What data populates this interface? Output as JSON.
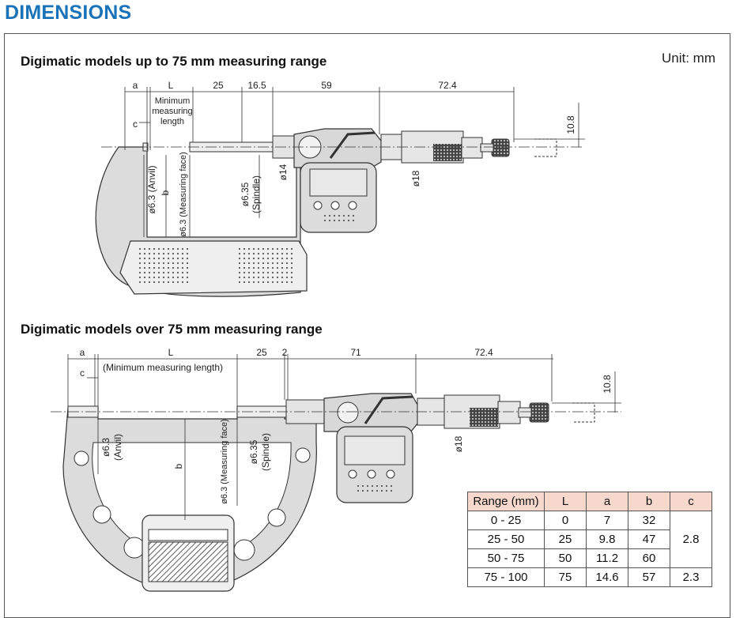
{
  "title": "DIMENSIONS",
  "unit": "Unit: mm",
  "top": {
    "heading": "Digimatic models up to 75 mm measuring range",
    "dims": {
      "a": "a",
      "L": "L",
      "d25": "25",
      "d165": "16.5",
      "d59": "59",
      "d724": "72.4",
      "c": "c",
      "d108": "10.8",
      "min1": "Minimum",
      "min2": "measuring",
      "min3": "length",
      "anvil": "ø6.3 (Anvil)",
      "b": "b",
      "face": "ø6.3 (Measuring face)",
      "sp1": "ø6.35",
      "sp2": "(Spindle)",
      "d14": "ø14",
      "d18": "ø18"
    }
  },
  "bottom": {
    "heading": "Digimatic models over 75 mm measuring range",
    "dims": {
      "a": "a",
      "L": "L",
      "d25": "25",
      "d2": "2",
      "d71": "71",
      "d724": "72.4",
      "c": "c",
      "d108": "10.8",
      "minlen": "(Minimum measuring length)",
      "an1": "ø6.3",
      "an2": "(Anvil)",
      "b": "b",
      "face": "ø6.3 (Measuring face)",
      "sp1": "ø6.35",
      "sp2": "(Spindle)",
      "d18": "ø18"
    }
  },
  "table": {
    "headers": [
      "Range (mm)",
      "L",
      "a",
      "b",
      "c"
    ],
    "rows": [
      [
        "0 - 25",
        "0",
        "7",
        "32"
      ],
      [
        "25 - 50",
        "25",
        "9.8",
        "47"
      ],
      [
        "50 - 75",
        "50",
        "11.2",
        "60"
      ],
      [
        "75 - 100",
        "75",
        "14.6",
        "57"
      ]
    ],
    "c_values": [
      "2.8",
      "2.3"
    ]
  }
}
